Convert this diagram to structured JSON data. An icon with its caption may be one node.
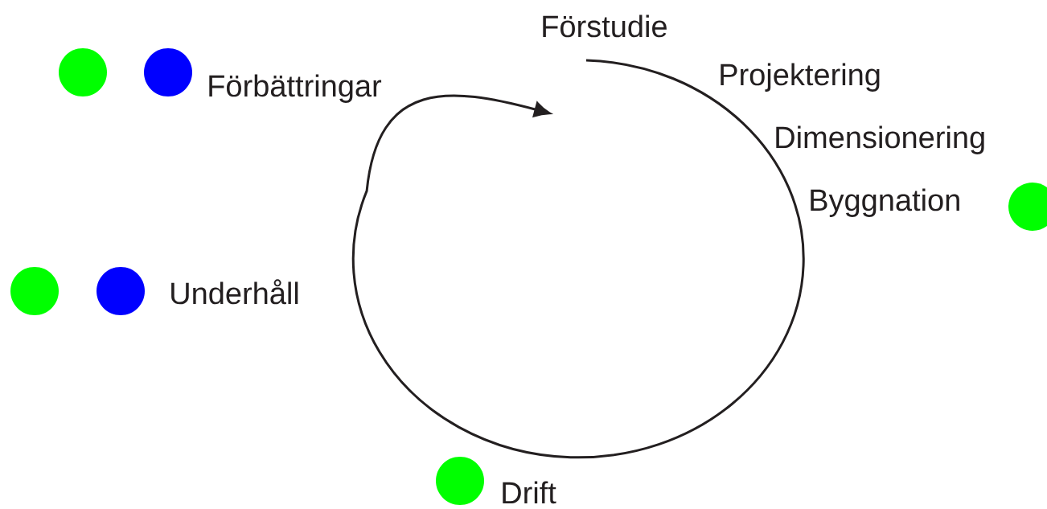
{
  "diagram": {
    "labels": [
      "Förstudie",
      "Förbättringar",
      "Projektering",
      "Dimensionering",
      "Byggnation",
      "Underhåll",
      "Drift"
    ]
  }
}
